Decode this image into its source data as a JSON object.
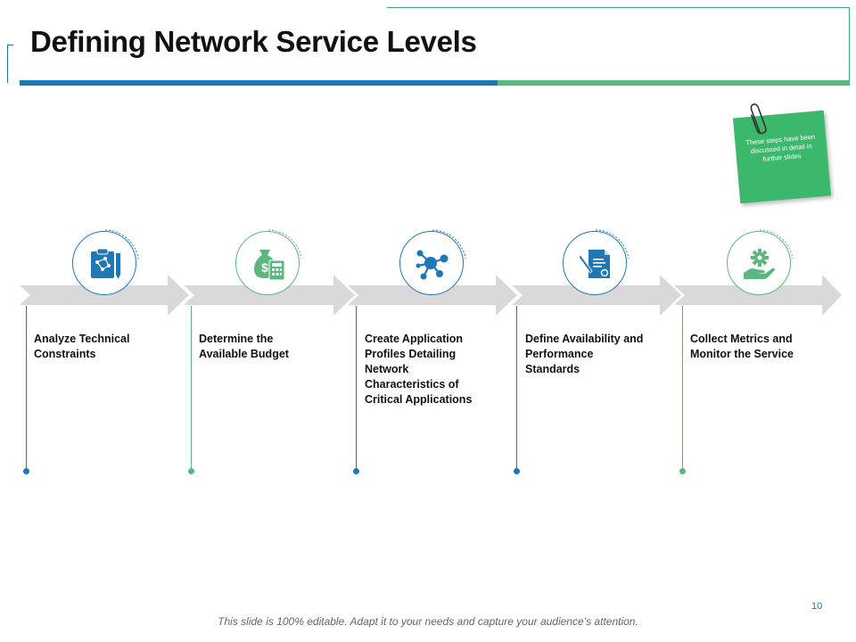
{
  "slide": {
    "title": "Defining Network Service Levels",
    "note": "These steps have been discussed in detail in further slides",
    "page_number": "10",
    "footer": "This slide is 100% editable. Adapt it to your needs and capture your audience’s attention."
  },
  "colors": {
    "blue": "#1f78b4",
    "green": "#5bb77d",
    "arrow_gray": "#d9d9d9",
    "note_green": "#3cb86d"
  },
  "steps": [
    {
      "label": "Analyze Technical Constraints",
      "icon": "clipboard-network-icon",
      "accent": "blue"
    },
    {
      "label": "Determine the Available Budget",
      "icon": "money-bag-calculator-icon",
      "accent": "green"
    },
    {
      "label": "Create Application Profiles Detailing Network Characteristics of Critical Applications",
      "icon": "network-nodes-icon",
      "accent": "blue"
    },
    {
      "label": "Define Availability and Performance Standards",
      "icon": "contract-pen-icon",
      "accent": "blue"
    },
    {
      "label": "Collect Metrics and Monitor the Service",
      "icon": "hand-gear-icon",
      "accent": "green"
    }
  ]
}
